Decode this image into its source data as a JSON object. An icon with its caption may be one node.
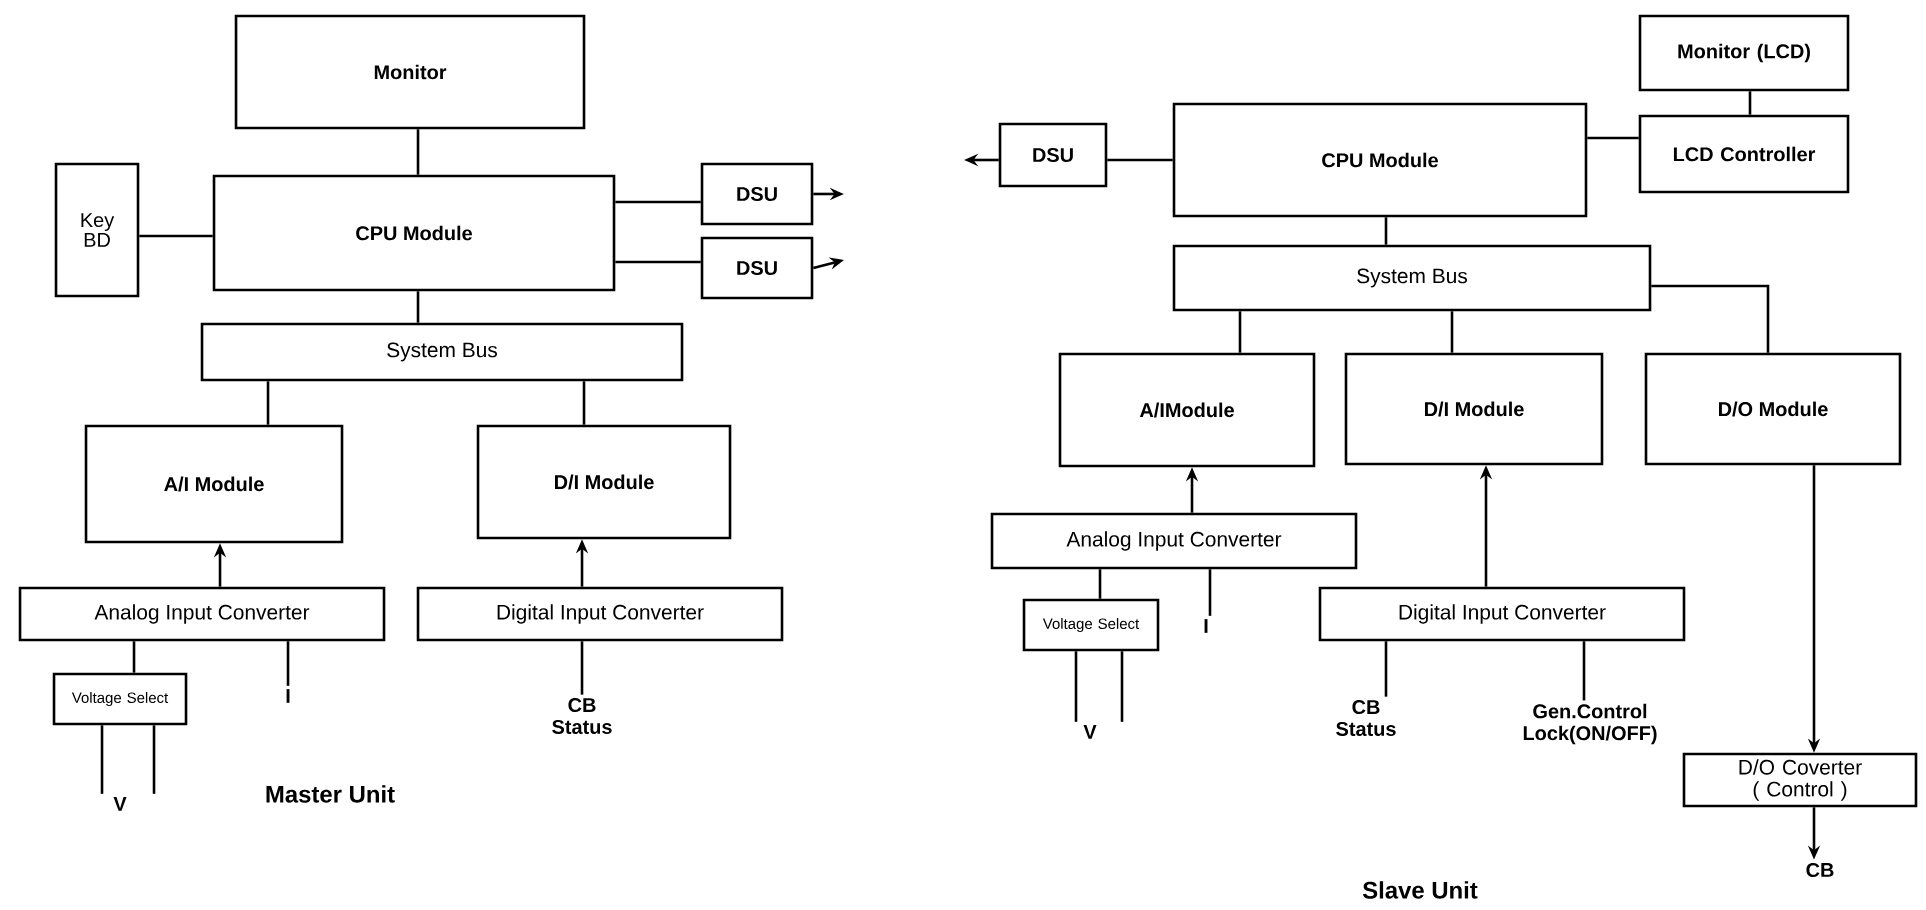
{
  "diagram": {
    "nodes": [
      {
        "text": [
          "Monitor"
        ]
      },
      {
        "text": [
          "Key BD"
        ]
      },
      {
        "text": [
          "CPU Module"
        ]
      },
      {
        "text": [
          "DSU"
        ]
      },
      {
        "text": [
          "DSU"
        ]
      },
      {
        "text": [
          "System Bus"
        ]
      },
      {
        "text": [
          "A/I Module"
        ]
      },
      {
        "text": [
          "D/I Module"
        ]
      },
      {
        "text": [
          "Analog Input Converter"
        ]
      },
      {
        "text": [
          "Voltage Select"
        ]
      },
      {
        "text": [
          "I"
        ]
      },
      {
        "text": [
          "Digital Input Converter"
        ]
      },
      {
        "text": [
          "CB Status"
        ]
      },
      {
        "text": [
          "V"
        ]
      },
      {
        "text": [
          "Monitor (LCD)"
        ]
      },
      {
        "text": [
          "DSU"
        ]
      },
      {
        "text": [
          "CPU Module"
        ]
      },
      {
        "text": [
          "LCD Controller"
        ]
      },
      {
        "text": [
          "System Bus"
        ]
      },
      {
        "text": [
          "A/IModule"
        ]
      },
      {
        "text": [
          "D/I Module"
        ]
      },
      {
        "text": [
          "D/O Module"
        ]
      },
      {
        "text": [
          "Analog Input Converter"
        ]
      },
      {
        "text": [
          "Voltage Select"
        ]
      },
      {
        "text": [
          "I"
        ]
      },
      {
        "text": [
          "V"
        ]
      },
      {
        "text": [
          "Digital Input Converter"
        ]
      },
      {
        "text": [
          "CB Status"
        ]
      },
      {
        "text": [
          "Gen.Control Lock(ON/OFF)"
        ]
      },
      {
        "text": [
          "D/O Coverter ( Control )"
        ]
      },
      {
        "text": [
          "CB"
        ]
      }
    ],
    "edges": [
      {
        "from": 0,
        "to": 2,
        "arrow": "none"
      },
      {
        "from": 1,
        "to": 2,
        "arrow": "none"
      },
      {
        "from": 2,
        "to": 3,
        "arrow": "none"
      },
      {
        "from": 2,
        "to": 4,
        "arrow": "none"
      },
      {
        "from": 3,
        "to": null,
        "arrow": "to"
      },
      {
        "from": 4,
        "to": null,
        "arrow": "to"
      },
      {
        "from": 2,
        "to": 5,
        "arrow": "none"
      },
      {
        "from": 5,
        "to": 6,
        "arrow": "none"
      },
      {
        "from": 5,
        "to": 7,
        "arrow": "none"
      },
      {
        "from": 8,
        "to": 6,
        "arrow": "to"
      },
      {
        "from": 11,
        "to": 7,
        "arrow": "to"
      },
      {
        "from": 8,
        "to": 9,
        "arrow": "none"
      },
      {
        "from": 8,
        "to": 10,
        "arrow": "none"
      },
      {
        "from": 9,
        "to": 13,
        "arrow": "none"
      },
      {
        "from": 9,
        "to": 13,
        "arrow": "none"
      },
      {
        "from": 11,
        "to": 12,
        "arrow": "none"
      },
      {
        "from": 14,
        "to": 17,
        "arrow": "none"
      },
      {
        "from": 16,
        "to": 17,
        "arrow": "none"
      },
      {
        "from": 15,
        "to": 16,
        "arrow": "none"
      },
      {
        "from": 15,
        "to": null,
        "arrow": "to"
      },
      {
        "from": 16,
        "to": 18,
        "arrow": "none"
      },
      {
        "from": 18,
        "to": 19,
        "arrow": "none"
      },
      {
        "from": 18,
        "to": 20,
        "arrow": "none"
      },
      {
        "from": 18,
        "to": 21,
        "arrow": "none"
      },
      {
        "from": 22,
        "to": 19,
        "arrow": "to"
      },
      {
        "from": 26,
        "to": 20,
        "arrow": "to"
      },
      {
        "from": 22,
        "to": 23,
        "arrow": "none"
      },
      {
        "from": 22,
        "to": 24,
        "arrow": "none"
      },
      {
        "from": 23,
        "to": 25,
        "arrow": "none"
      },
      {
        "from": 23,
        "to": 25,
        "arrow": "none"
      },
      {
        "from": 26,
        "to": 27,
        "arrow": "none"
      },
      {
        "from": 26,
        "to": 28,
        "arrow": "none"
      },
      {
        "from": 21,
        "to": 29,
        "arrow": "to"
      },
      {
        "from": 29,
        "to": 30,
        "arrow": "to"
      }
    ],
    "labels": [
      "Master Unit",
      "Slave Unit"
    ]
  }
}
